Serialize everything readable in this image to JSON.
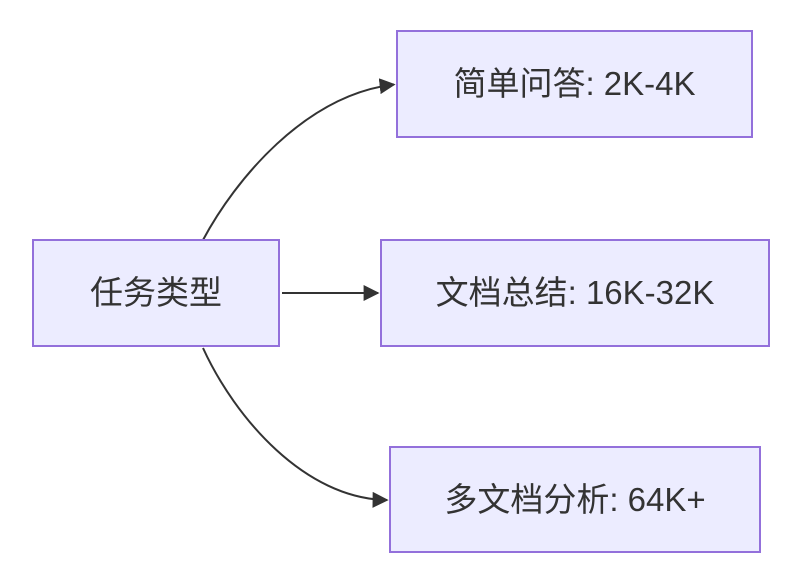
{
  "diagram": {
    "type": "flowchart",
    "direction": "left-to-right",
    "colors": {
      "background": "#FFFFFF",
      "node_fill": "#ECECFF",
      "node_border": "#9370DB",
      "edge": "#333333",
      "text": "#333333"
    },
    "nodes": [
      {
        "id": "task-type",
        "label": "任务类型"
      },
      {
        "id": "simple-qa",
        "label": "简单问答: 2K-4K"
      },
      {
        "id": "doc-summary",
        "label": "文档总结: 16K-32K"
      },
      {
        "id": "multi-doc-analysis",
        "label": "多文档分析: 64K+"
      }
    ],
    "edges": [
      {
        "from": "task-type",
        "to": "simple-qa"
      },
      {
        "from": "task-type",
        "to": "doc-summary"
      },
      {
        "from": "task-type",
        "to": "multi-doc-analysis"
      }
    ]
  }
}
